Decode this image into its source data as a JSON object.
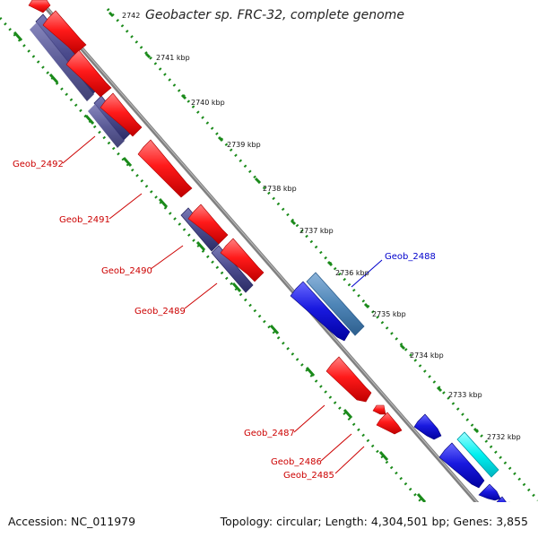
{
  "title": "Geobacter sp. FRC-32, complete genome",
  "footer": {
    "accession": "Accession: NC_011979",
    "summary": "Topology: circular; Length: 4,304,501 bp; Genes: 3,855"
  },
  "colors": {
    "forward_gene": "#ff0000",
    "reverse_gene": "#1a1adc",
    "operon_dark": "#4a4a8c",
    "highlight_gene": "#4f86b8",
    "cyan_gene": "#00f0f0",
    "backbone": "#7c7c7c",
    "tick_dots": "#1a8a1a",
    "red_label": "#cc0000",
    "blue_label": "#0000cc"
  },
  "kbp_ticks": [
    "2742",
    "2741 kbp",
    "2740 kbp",
    "2739 kbp",
    "2738 kbp",
    "2737 kbp",
    "2736 kbp",
    "2735 kbp",
    "2734 kbp",
    "2733 kbp",
    "2732 kbp"
  ],
  "gene_labels": [
    {
      "text": "Geob_2492",
      "color": "red"
    },
    {
      "text": "Geob_2491",
      "color": "red"
    },
    {
      "text": "Geob_2490",
      "color": "red"
    },
    {
      "text": "Geob_2489",
      "color": "red"
    },
    {
      "text": "Geob_2488",
      "color": "blue"
    },
    {
      "text": "Geob_2487",
      "color": "red"
    },
    {
      "text": "Geob_2486",
      "color": "red"
    },
    {
      "text": "Geob_2485",
      "color": "red"
    }
  ]
}
